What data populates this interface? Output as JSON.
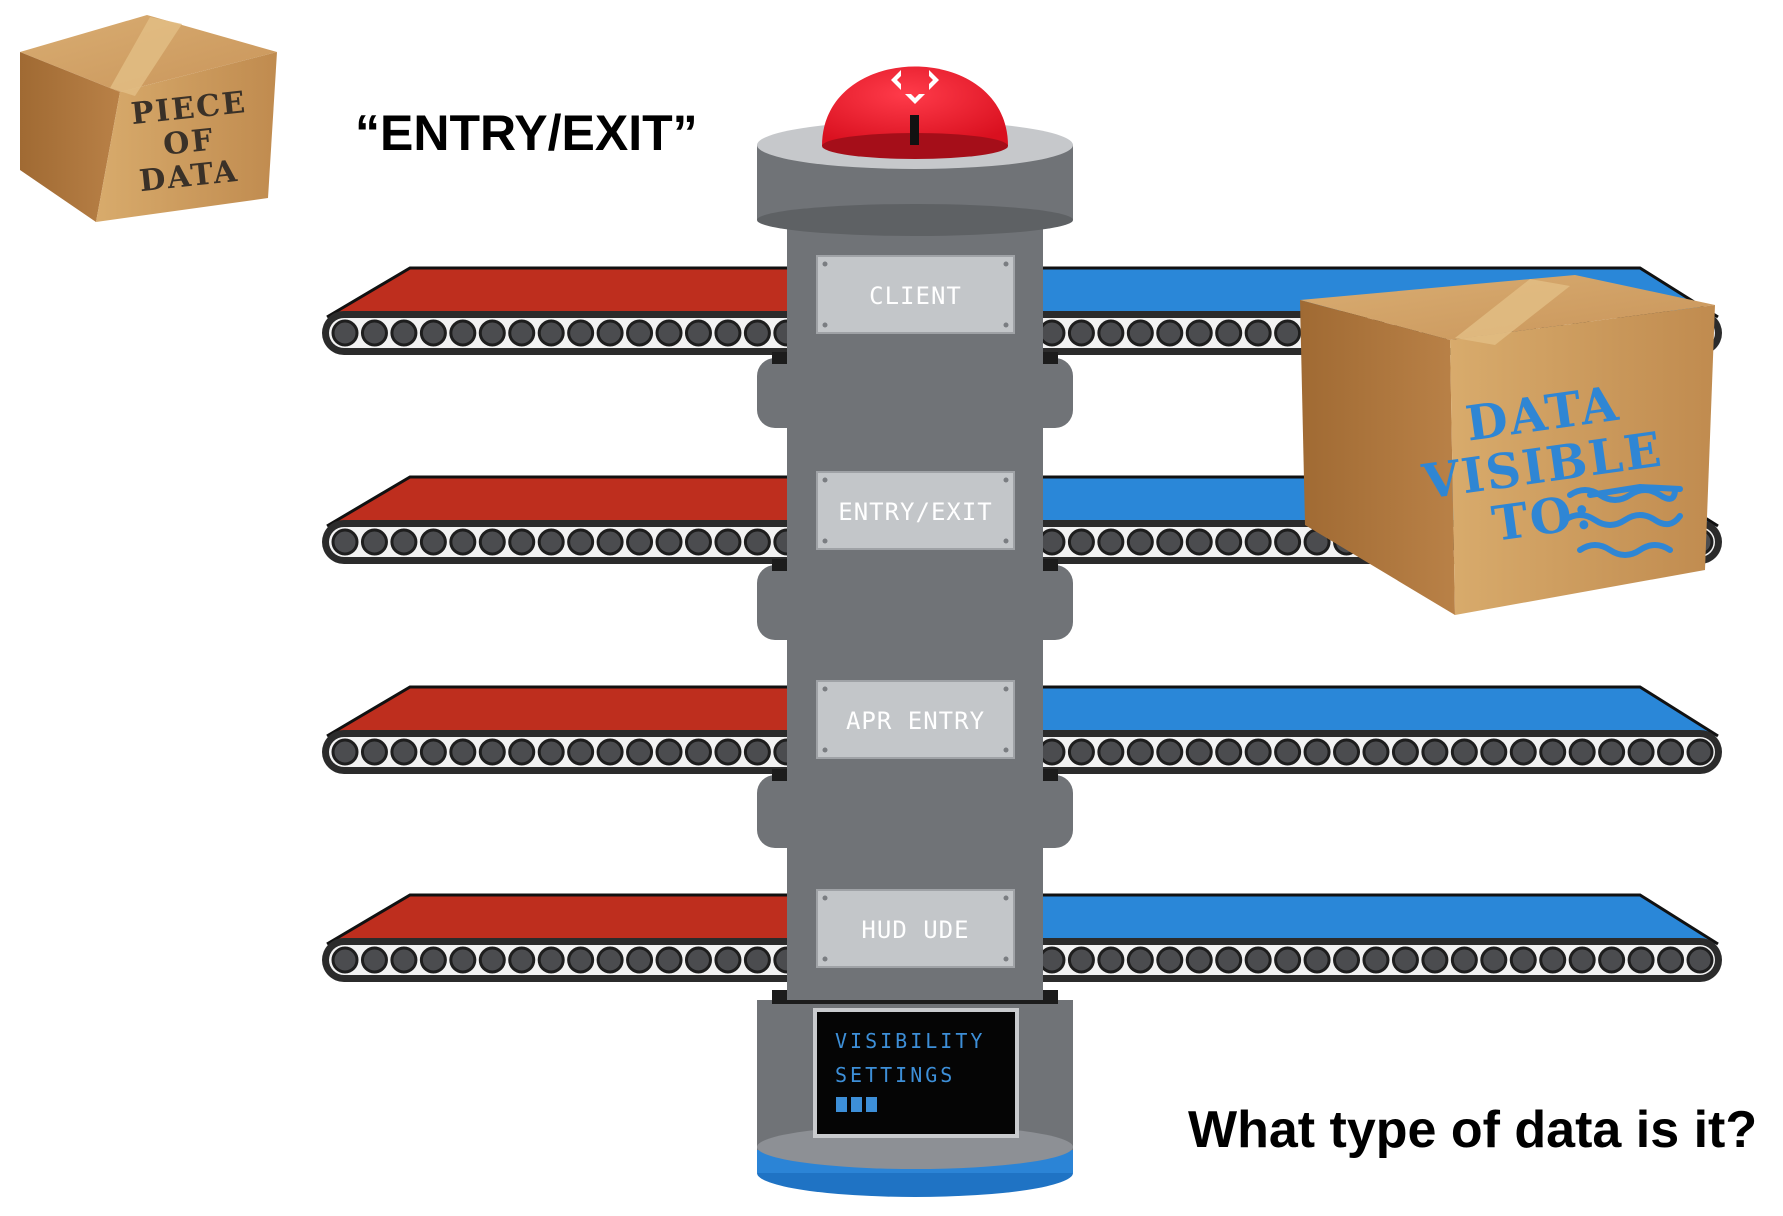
{
  "headings": {
    "item_label": "“ENTRY/EXIT”",
    "question": "What type of data is it?"
  },
  "small_box": {
    "stamp_lines": [
      "PIECE",
      "OF",
      "DATA"
    ]
  },
  "machine": {
    "plates": [
      "CLIENT",
      "ENTRY/EXIT",
      "APR ENTRY",
      "HUD UDE"
    ],
    "screen": {
      "lines": [
        "VISIBILITY",
        "SETTINGS"
      ],
      "indicator_blocks": 3
    }
  },
  "big_box": {
    "stamp_lines": [
      "DATA",
      "VISIBLE",
      "TO:"
    ]
  },
  "colors": {
    "belt_in": "#be2e1e",
    "belt_out": "#2a87d8",
    "machine_body": "#707377",
    "alarm_red": "#ee1c2e",
    "cardboard": "#c69356",
    "stamp_dark": "#3a3128",
    "stamp_blue": "#2f86d4",
    "screen_text": "#3d8fd8",
    "plate": "#c3c6c9"
  },
  "icons": {
    "alarm_symbol": "alarm-symbol-icon",
    "belt": "conveyor-belt",
    "box": "cardboard-box-icon"
  }
}
